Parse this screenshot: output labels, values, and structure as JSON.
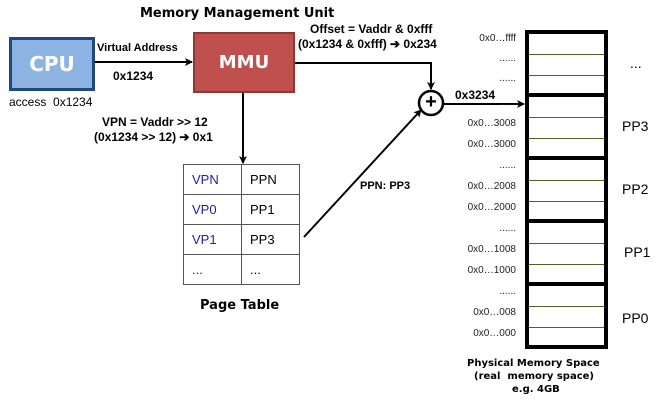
{
  "title": "Memory Management Unit",
  "cpu": {
    "label": "CPU",
    "caption": "access  0x1234",
    "color": "#8db3e2"
  },
  "mmu": {
    "label": "MMU",
    "color": "#c0504d"
  },
  "virtual_address": {
    "label": "Virtual Address",
    "value": "0x1234"
  },
  "offset": {
    "formula": "Offset = Vaddr & 0xfff",
    "example": "(0x1234 & 0xfff) ➔ 0x234"
  },
  "vpn": {
    "formula": "VPN = Vaddr >> 12",
    "example": "(0x1234 >> 12) ➔ 0x1"
  },
  "ppn_label": "PPN: PP3",
  "physical_address": "0x3234",
  "adder_symbol": "+",
  "page_table": {
    "caption": "Page Table",
    "rows": [
      [
        "VPN",
        "PPN"
      ],
      [
        "VP0",
        "PP1"
      ],
      [
        "VP1",
        "PP3"
      ],
      [
        "...",
        "..."
      ]
    ]
  },
  "memory": {
    "caption_line1": "Physical Memory Space",
    "caption_line2": "(real  memory space)",
    "caption_line3": "e.g. 4GB",
    "blocks": [
      {
        "label": "...",
        "addresses": [
          "0x0…ffff",
          "......",
          "......"
        ]
      },
      {
        "label": "PP3",
        "addresses": [
          "......",
          "0x0…3008",
          "0x0…3000"
        ]
      },
      {
        "label": "PP2",
        "addresses": [
          "......",
          "0x0…2008",
          "0x0…2000"
        ]
      },
      {
        "label": "PP1",
        "addresses": [
          "......",
          "0x0…1008",
          "0x0…1000"
        ]
      },
      {
        "label": "PP0",
        "addresses": [
          "......",
          "0x0…008",
          "0x0…000"
        ]
      }
    ]
  }
}
